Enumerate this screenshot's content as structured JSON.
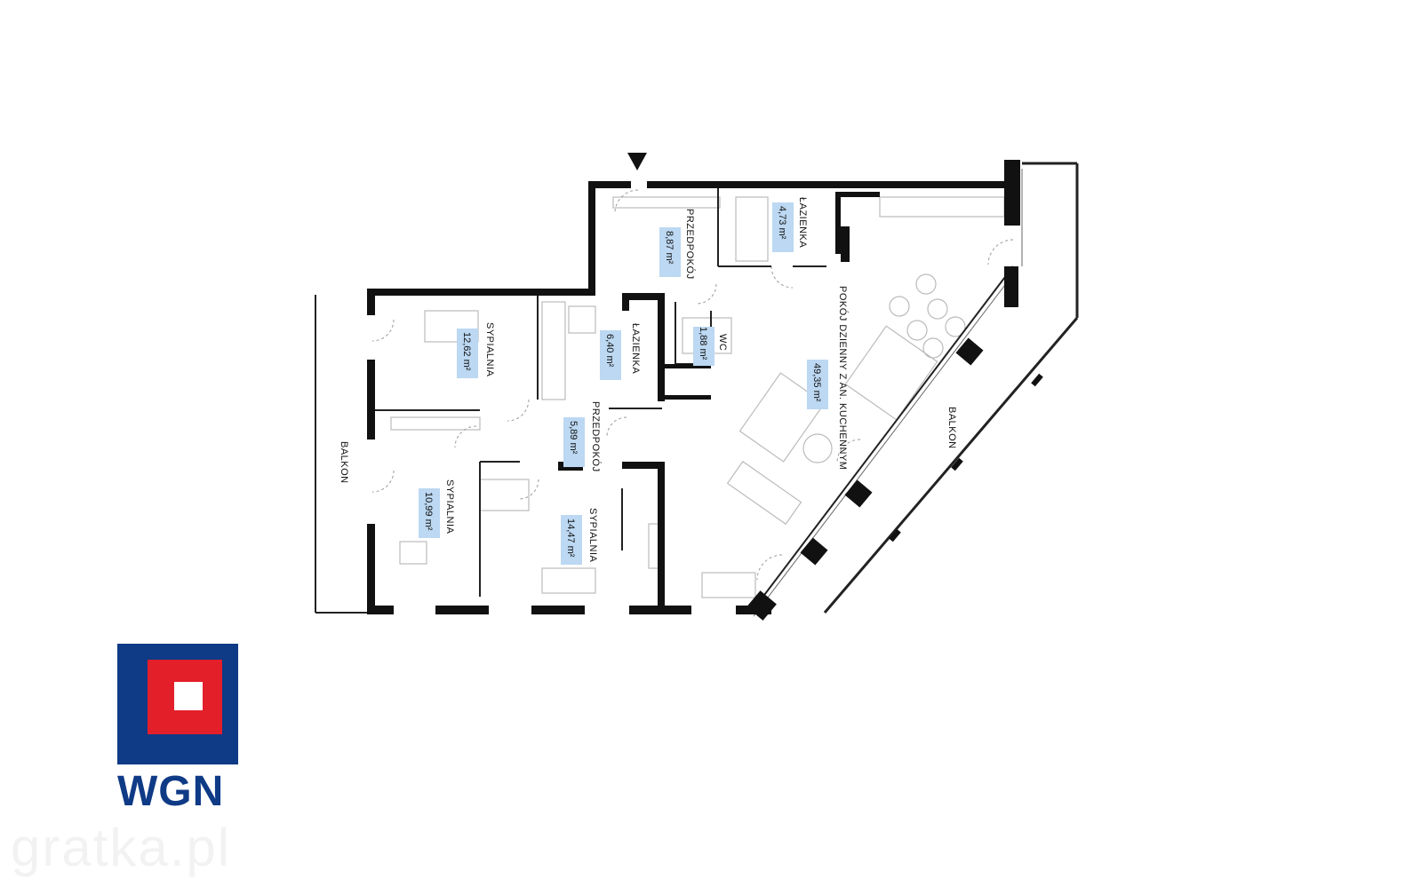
{
  "brand": {
    "name": "WGN",
    "colors": {
      "blue": "#0f3a86",
      "red": "#e31f2a"
    }
  },
  "watermark": "gratka.pl",
  "rooms": [
    {
      "id": "przedpokoj-1",
      "name": "PRZEDPOKÓJ",
      "area": "8,87 m²"
    },
    {
      "id": "lazienka-1",
      "name": "ŁAZIENKA",
      "area": "4,73 m²"
    },
    {
      "id": "sypialnia-1",
      "name": "SYPIALNIA",
      "area": "12,62 m²"
    },
    {
      "id": "lazienka-2",
      "name": "ŁAZIENKA",
      "area": "6,40 m²"
    },
    {
      "id": "wc",
      "name": "WC",
      "area": "1,88 m²"
    },
    {
      "id": "pokoj-dzienny",
      "name": "POKÓJ DZIENNY Z AN. KUCHENNYM",
      "area": "49,35 m²"
    },
    {
      "id": "przedpokoj-2",
      "name": "PRZEDPOKÓJ",
      "area": "5,89 m²"
    },
    {
      "id": "sypialnia-2",
      "name": "SYPIALNIA",
      "area": "10,99 m²"
    },
    {
      "id": "sypialnia-3",
      "name": "SYPIALNIA",
      "area": "14,47 m²"
    }
  ],
  "balconies": [
    {
      "id": "balkon-left",
      "name": "BALKON"
    },
    {
      "id": "balkon-right",
      "name": "BALKON"
    }
  ]
}
